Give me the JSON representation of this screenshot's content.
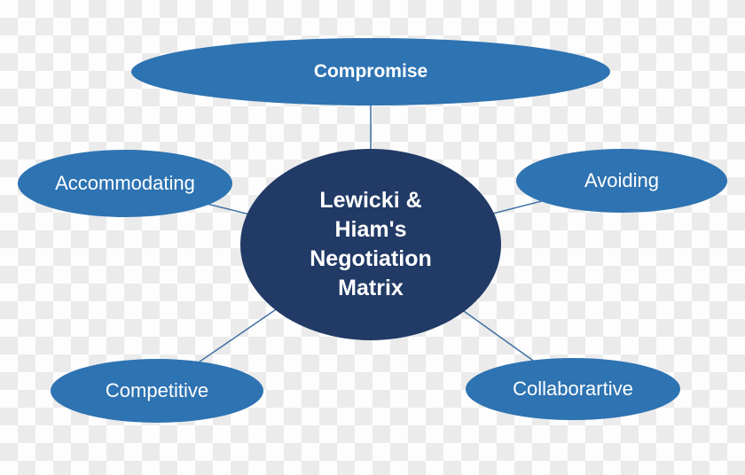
{
  "theme": {
    "bg-white": "#fdfdfd",
    "bg-gray": "#ebebeb",
    "node-fill": "#2e73b2",
    "center-fill": "#213a66",
    "label-color": "#ffffff",
    "connector-color": "#3f6fa3"
  },
  "diagram": {
    "center": {
      "label": "Lewicki &\nHiam's\nNegotiation\nMatrix"
    },
    "nodes": {
      "compromise": {
        "label": "Compromise"
      },
      "accommodating": {
        "label": "Accommodating"
      },
      "avoiding": {
        "label": "Avoiding"
      },
      "competitive": {
        "label": "Competitive"
      },
      "collaborative": {
        "label": "Collaborartive"
      }
    }
  }
}
